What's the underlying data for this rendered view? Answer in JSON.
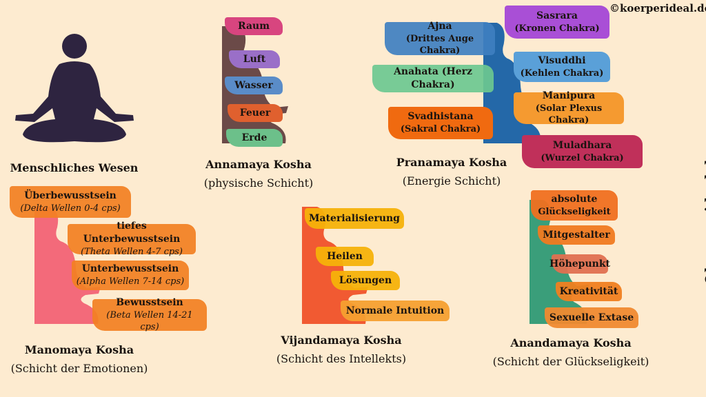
{
  "copyright": "©koerperideal.de",
  "human": {
    "title": "Menschliches Wesen",
    "color": "#2e2440"
  },
  "annamaya": {
    "title": "Annamaya Kosha",
    "subtitle": "(physische Schicht)",
    "color": "#6b4a48",
    "labels": [
      {
        "text": "Raum",
        "color": "#d8457f"
      },
      {
        "text": "Luft",
        "color": "#9a6fc8"
      },
      {
        "text": "Wasser",
        "color": "#5a8cc8"
      },
      {
        "text": "Feuer",
        "color": "#e0602e"
      },
      {
        "text": "Erde",
        "color": "#6cc08a"
      }
    ]
  },
  "pranamaya": {
    "title": "Pranamaya Kosha",
    "subtitle": "(Energie Schicht)",
    "color": "#2468a8",
    "labels": [
      {
        "name": "Ajna",
        "sub": "(Drittes Auge Chakra)",
        "color": "#3f7fc0"
      },
      {
        "name": "Sasrara",
        "sub": "(Kronen Chakra)",
        "color": "#a94fd6"
      },
      {
        "name": "Anahata (Herz Chakra)",
        "color": "#6cc890"
      },
      {
        "name": "Visuddhi",
        "sub": "(Kehlen Chakra)",
        "color": "#5aa0d8"
      },
      {
        "name": "Svadhistana",
        "sub": "(Sakral Chakra)",
        "color": "#f06a10"
      },
      {
        "name": "Manipura",
        "sub": "(Solar Plexus Chakra)",
        "color": "#f59a30"
      },
      {
        "name": "Muladhara",
        "sub": "(Wurzel Chakra)",
        "color": "#c0305a"
      }
    ]
  },
  "manomaya": {
    "title": "Manomaya Kosha",
    "subtitle": "(Schicht der Emotionen)",
    "color": "#f36a7a",
    "labels": [
      {
        "name": "Überbewusstsein",
        "sub": "(Delta Wellen 0-4 cps)",
        "color": "#f28022"
      },
      {
        "name": "tiefes Unterbewusstsein",
        "sub": "(Theta Wellen 4-7 cps)",
        "color": "#f28022"
      },
      {
        "name": "Unterbewusstsein",
        "sub": "(Alpha Wellen 7-14 cps)",
        "color": "#f28022"
      },
      {
        "name": "Bewusstsein",
        "sub": "(Beta Wellen 14-21 cps)",
        "color": "#f28022"
      }
    ]
  },
  "vijnanamaya": {
    "title": "Vijandamaya Kosha",
    "subtitle": "(Schicht des Intellekts)",
    "color": "#f15a32",
    "labels": [
      {
        "text": "Materialisierung",
        "color": "#f6b20a"
      },
      {
        "text": "Heilen",
        "color": "#f6b20a"
      },
      {
        "text": "Lösungen",
        "color": "#f6b20a"
      },
      {
        "text": "Normale Intuition",
        "color": "#f5a030"
      }
    ]
  },
  "anandamaya": {
    "title": "Anandamaya Kosha",
    "subtitle": "(Schicht der Glückseligkeit)",
    "color": "#3a9e7a",
    "labels": [
      {
        "name": "absolute",
        "sub": "Glückseligkeit",
        "color": "#f07020"
      },
      {
        "text": "Mitgestalter",
        "color": "#f07a20"
      },
      {
        "text": "Höhepunkt",
        "color": "#e07050"
      },
      {
        "text": "Kreativität",
        "color": "#f08020"
      },
      {
        "text": "Sexuelle Extase",
        "color": "#f08a30"
      }
    ]
  }
}
